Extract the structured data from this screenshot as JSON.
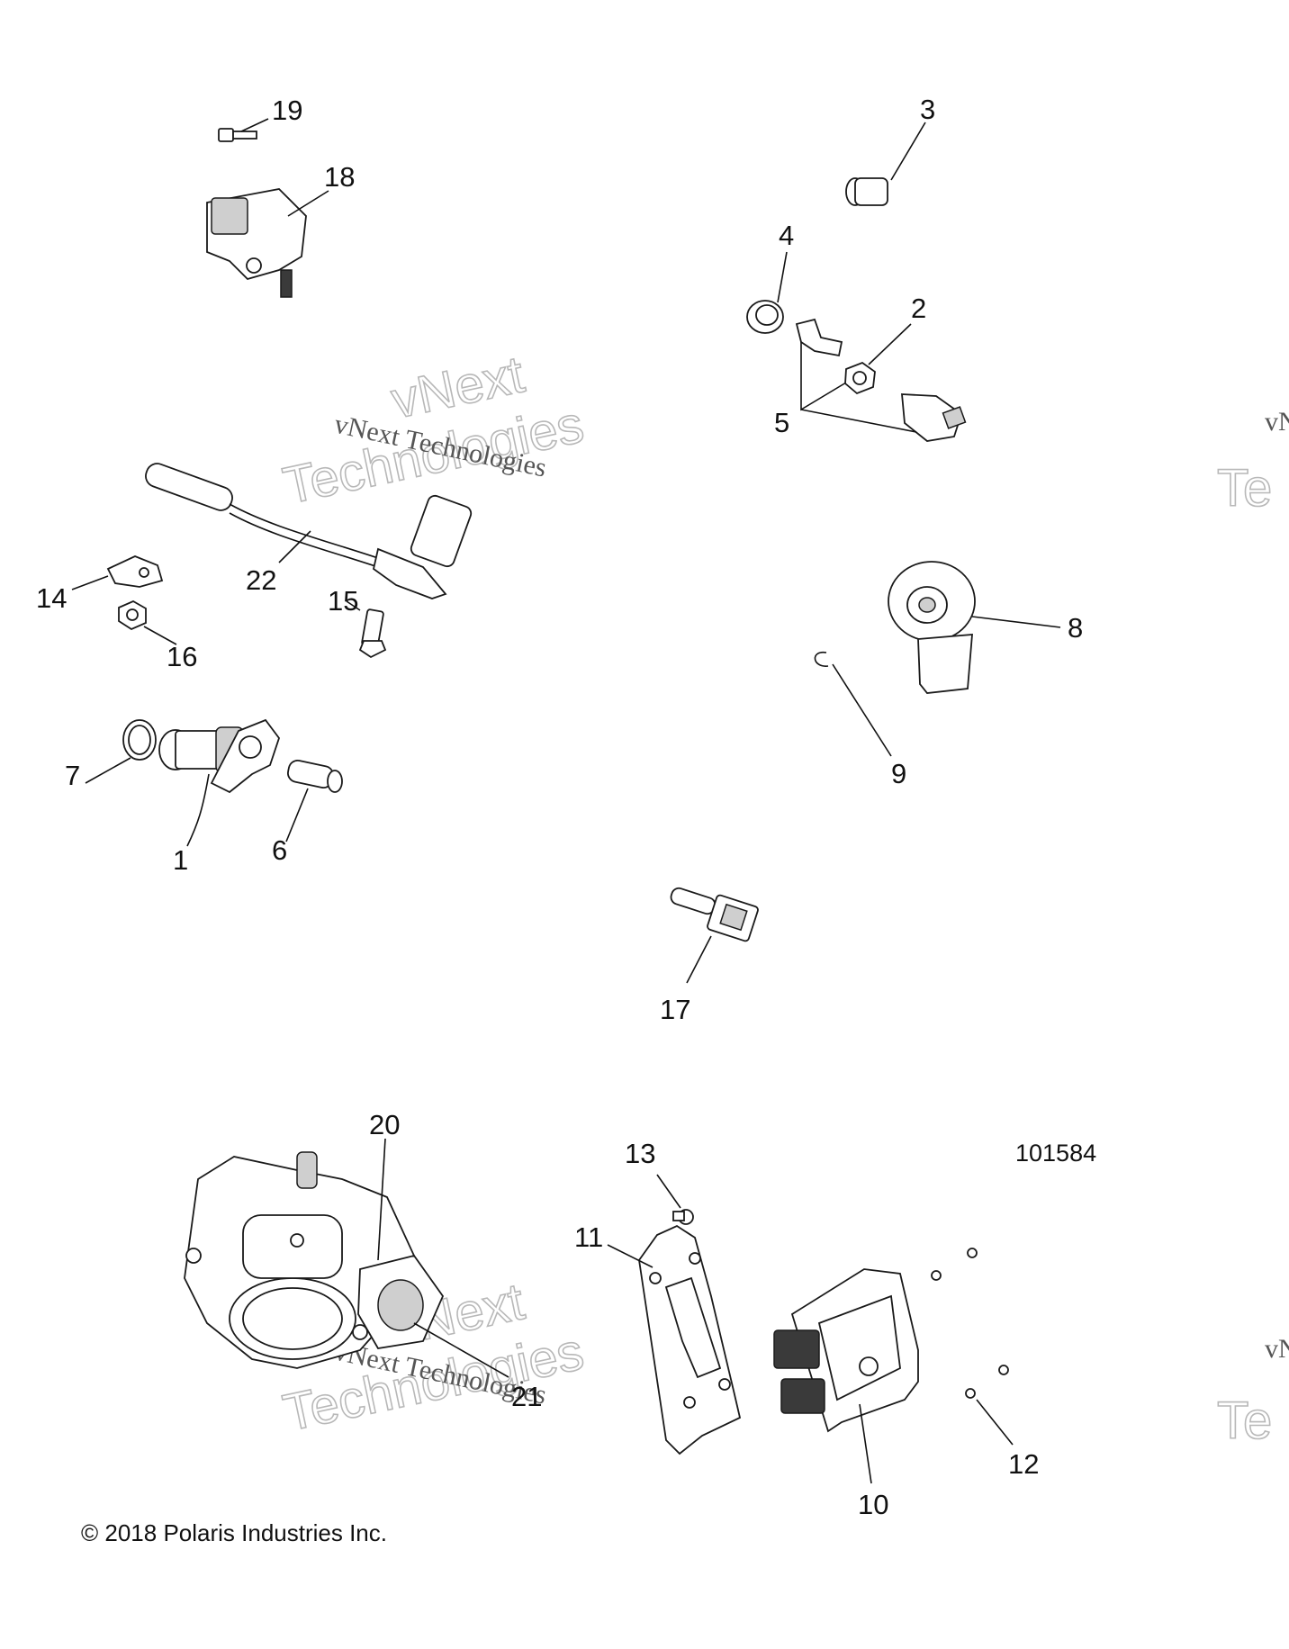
{
  "callouts": {
    "n1": "1",
    "n2": "2",
    "n3": "3",
    "n4": "4",
    "n5": "5",
    "n6": "6",
    "n7": "7",
    "n8": "8",
    "n9": "9",
    "n10": "10",
    "n11": "11",
    "n12": "12",
    "n13": "13",
    "n14": "14",
    "n15": "15",
    "n16": "16",
    "n17": "17",
    "n18": "18",
    "n19": "19",
    "n20": "20",
    "n21": "21",
    "n22": "22"
  },
  "drawing_number": "101584",
  "copyright": "© 2018 Polaris Industries Inc.",
  "watermark": {
    "line1": "vNext",
    "line2": "Technologies",
    "full": "vNext Technologies",
    "edge_small": "vN",
    "edge_big": "Te"
  }
}
